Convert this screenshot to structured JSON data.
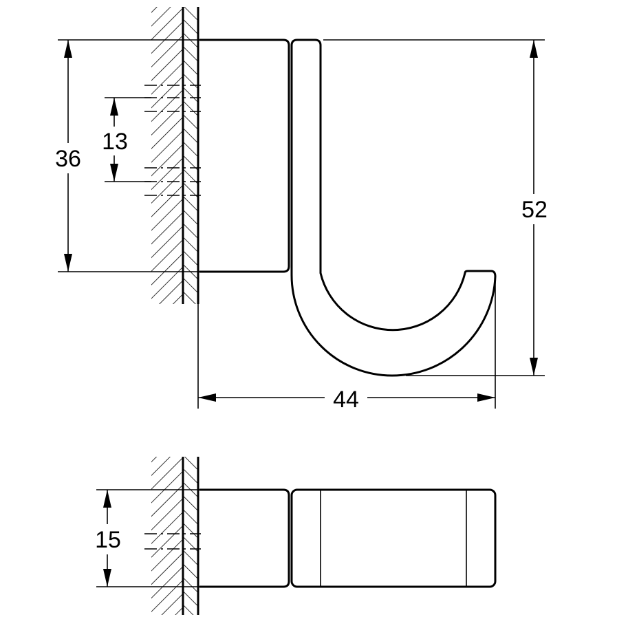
{
  "dimensions": {
    "height_36": "36",
    "mount_spacing_13": "13",
    "height_52": "52",
    "depth_44": "44",
    "width_15": "15"
  }
}
